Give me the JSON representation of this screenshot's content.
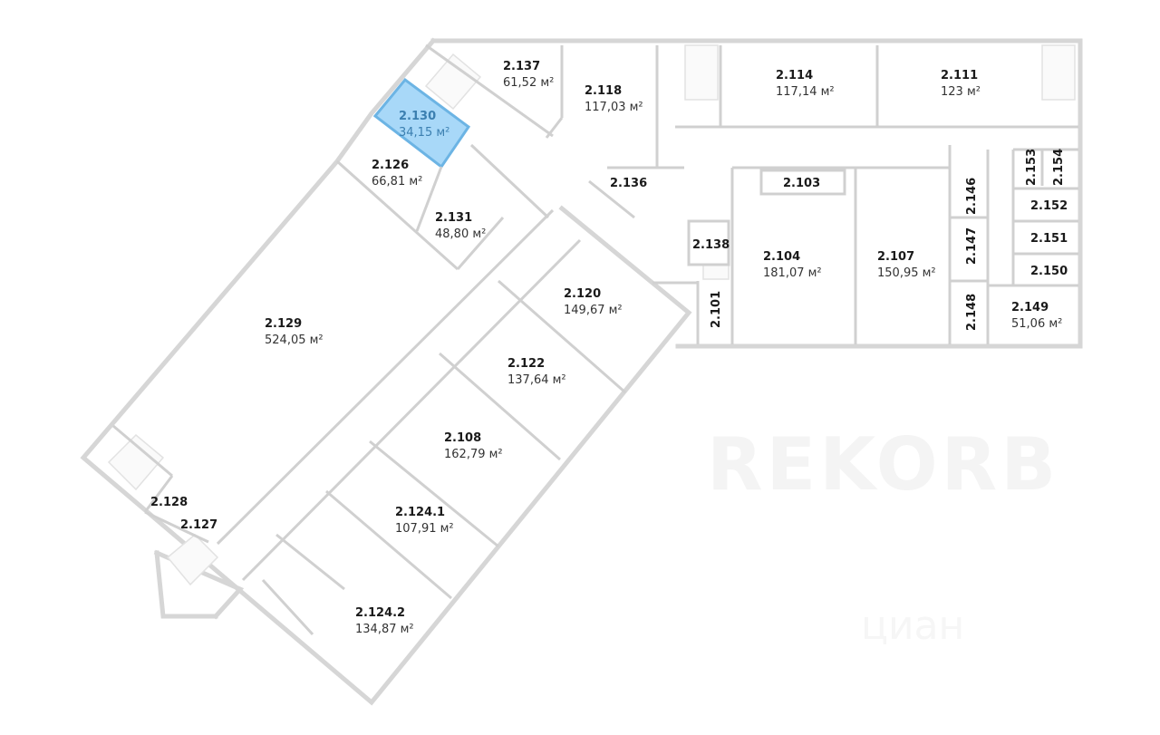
{
  "watermarks": {
    "brand": "REKORB",
    "portal": "циан"
  },
  "selected_room": "2.130",
  "colors": {
    "selected_fill": "#a8d8f8",
    "selected_stroke": "#6cb4e4",
    "wall": "#d6d6d6"
  },
  "rooms": [
    {
      "number": "2.137",
      "area": "61,52 м²"
    },
    {
      "number": "2.118",
      "area": "117,03 м²"
    },
    {
      "number": "2.114",
      "area": "117,14 м²"
    },
    {
      "number": "2.111",
      "area": "123 м²"
    },
    {
      "number": "2.130",
      "area": "34,15 м²"
    },
    {
      "number": "2.126",
      "area": "66,81 м²"
    },
    {
      "number": "2.136"
    },
    {
      "number": "2.131",
      "area": "48,80 м²"
    },
    {
      "number": "2.103"
    },
    {
      "number": "2.153"
    },
    {
      "number": "2.154"
    },
    {
      "number": "2.146"
    },
    {
      "number": "2.152"
    },
    {
      "number": "2.138"
    },
    {
      "number": "2.104",
      "area": "181,07 м²"
    },
    {
      "number": "2.107",
      "area": "150,95 м²"
    },
    {
      "number": "2.147"
    },
    {
      "number": "2.151"
    },
    {
      "number": "2.150"
    },
    {
      "number": "2.101"
    },
    {
      "number": "2.148"
    },
    {
      "number": "2.149",
      "area": "51,06 м²"
    },
    {
      "number": "2.120",
      "area": "149,67 м²"
    },
    {
      "number": "2.129",
      "area": "524,05 м²"
    },
    {
      "number": "2.122",
      "area": "137,64 м²"
    },
    {
      "number": "2.108",
      "area": "162,79 м²"
    },
    {
      "number": "2.124.1",
      "area": "107,91 м²"
    },
    {
      "number": "2.128"
    },
    {
      "number": "2.127"
    },
    {
      "number": "2.124.2",
      "area": "134,87 м²"
    }
  ]
}
